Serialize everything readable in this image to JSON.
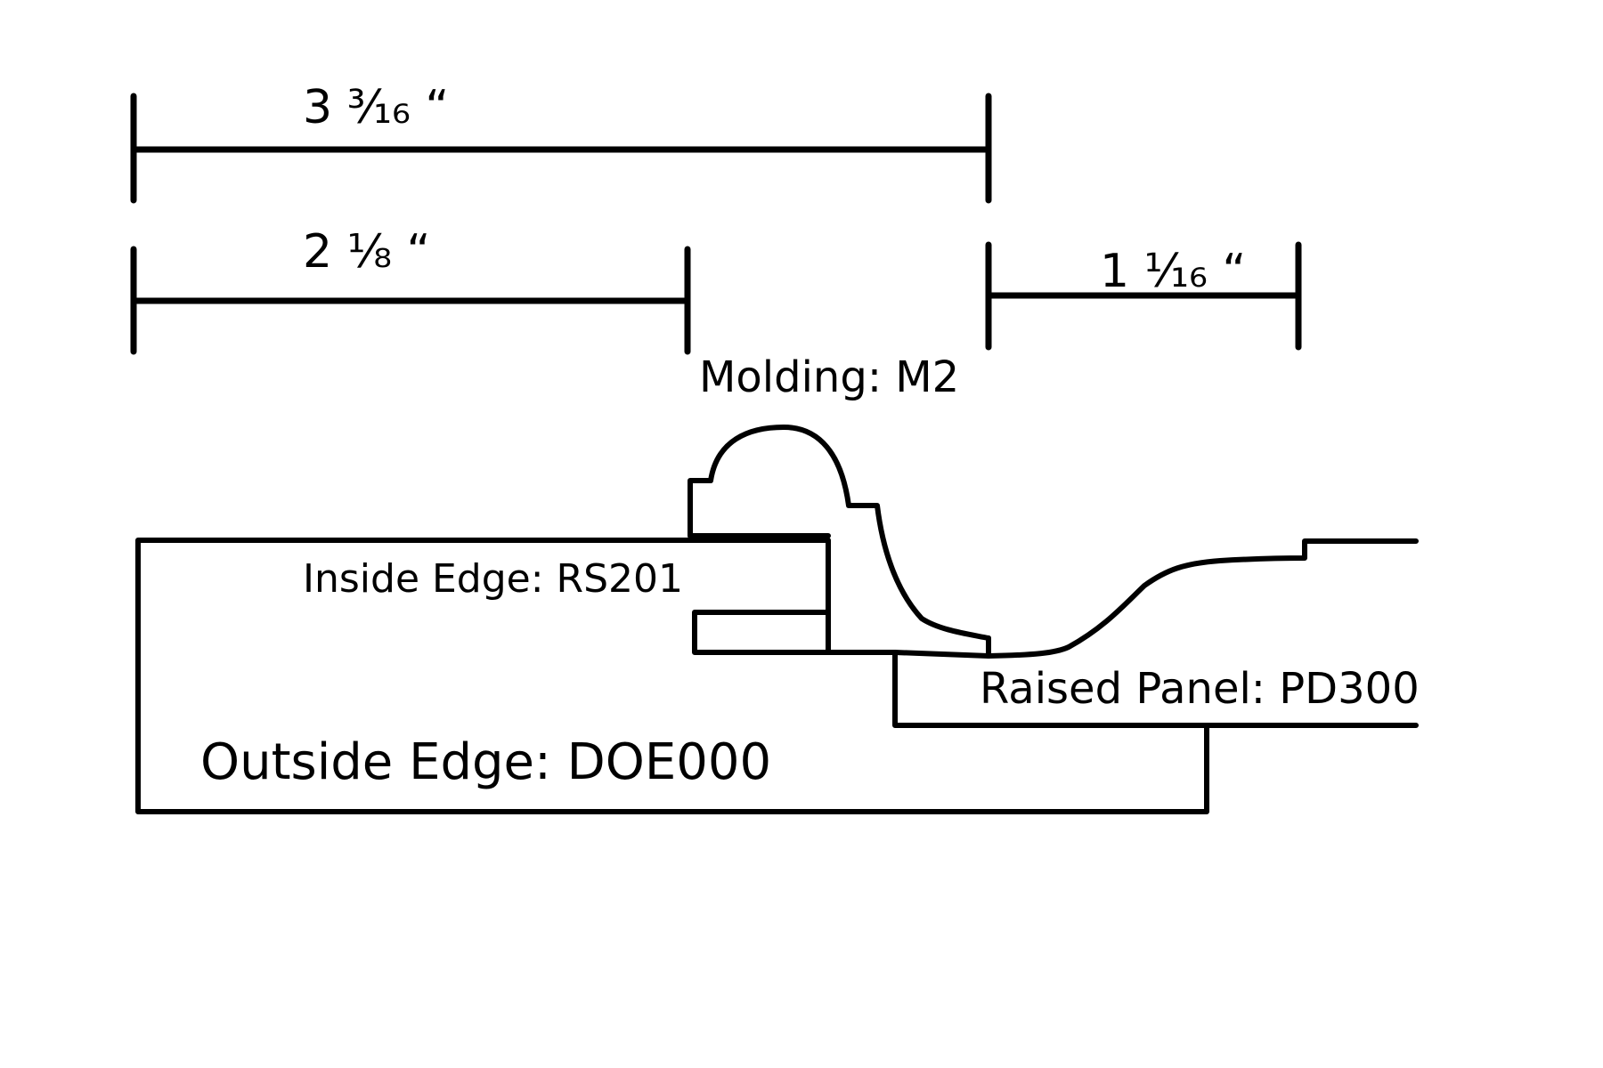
{
  "dimensions": {
    "overall_width": "3 ³⁄₁₆ “",
    "inside_width": "2 ⅛ “",
    "panel_width": "1 ¹⁄₁₆ “"
  },
  "labels": {
    "molding": "Molding: M2",
    "inside_edge": "Inside Edge: RS201",
    "raised_panel": "Raised Panel: PD300",
    "outside_edge": "Outside Edge: DOE000"
  },
  "colors": {
    "line": "#000000",
    "background": "#ffffff"
  }
}
